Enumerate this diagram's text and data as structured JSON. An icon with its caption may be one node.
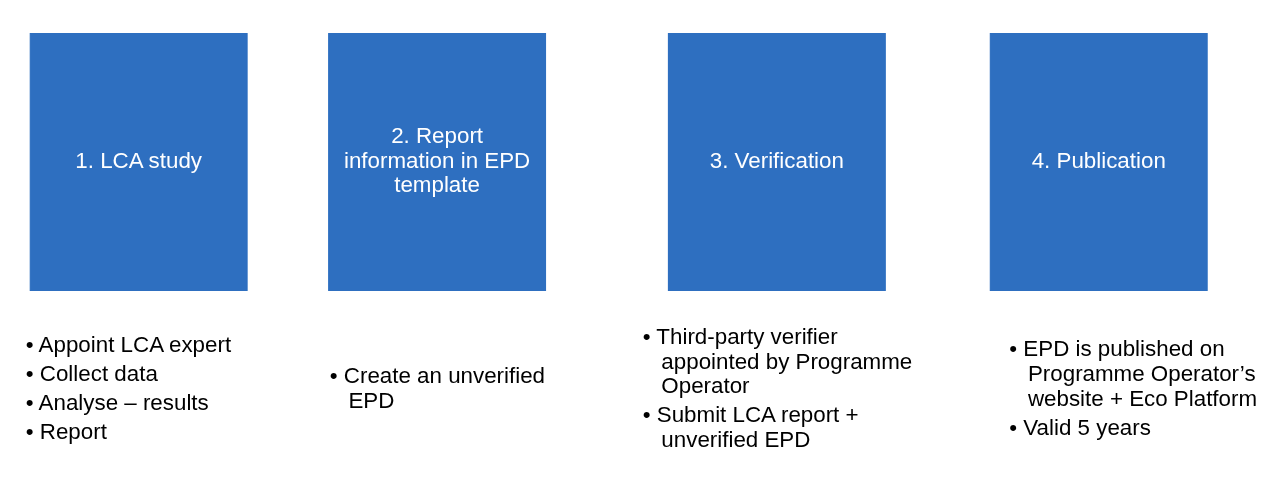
{
  "diagram": {
    "nodes": [
      {
        "text": [
          "1. LCA study"
        ],
        "beside": [
          "• Appoint LCA expert",
          "• Collect data",
          "• Analyse – results",
          "• Report"
        ]
      },
      {
        "text": [
          "2. Report information in EPD template"
        ],
        "beside": [
          "• Create an unverified EPD"
        ]
      },
      {
        "text": [
          "3. Verification"
        ],
        "beside": [
          "• Third-party verifier appointed by Programme Operator",
          "• Submit LCA report + unverified EPD"
        ]
      },
      {
        "text": [
          "4. Publication"
        ],
        "beside": [
          "• EPD is published on Programme Operator’s website + Eco Platform",
          "• Valid 5 years"
        ]
      }
    ],
    "edges": []
  }
}
